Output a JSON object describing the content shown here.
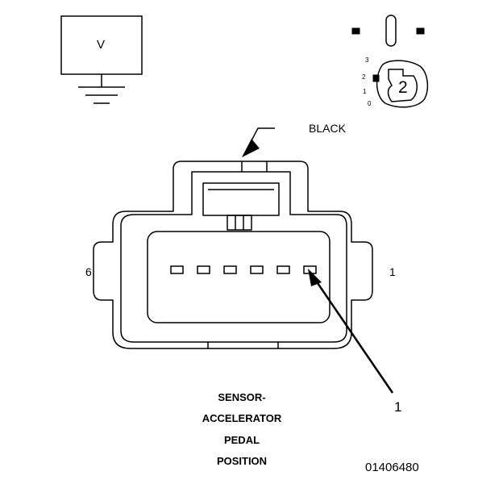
{
  "meter": {
    "label": "V"
  },
  "selector": {
    "positions": [
      "3",
      "2",
      "1",
      "0"
    ],
    "setting": "2"
  },
  "connector": {
    "color_label": "BLACK",
    "end_pin_left": "6",
    "end_pin_right": "1",
    "callout": "1",
    "cavities": 6
  },
  "caption": [
    "SENSOR-",
    "ACCELERATOR",
    "PEDAL",
    "POSITION"
  ],
  "figure_id": "01406480",
  "colors": {
    "ink": "#000000",
    "paper": "#ffffff"
  }
}
